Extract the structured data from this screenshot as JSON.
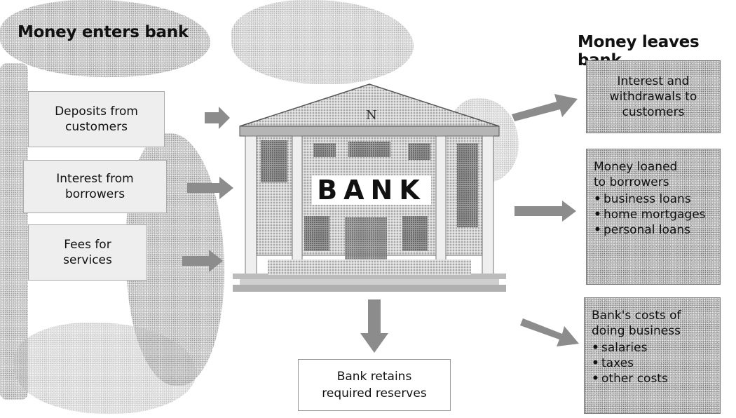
{
  "headings": {
    "enters": "Money enters bank",
    "leaves": "Money leaves bank"
  },
  "inflows": [
    {
      "label": "Deposits from customers"
    },
    {
      "label": "Interest from borrowers"
    },
    {
      "label": "Fees for services"
    }
  ],
  "center": {
    "bank_label": "BANK",
    "pediment_label": "N"
  },
  "retained": {
    "label": "Bank retains required reserves"
  },
  "outflows": {
    "interest": {
      "label": "Interest and withdrawals to customers"
    },
    "loans": {
      "label": "Money loaned to borrowers",
      "items": [
        "business loans",
        "home mortgages",
        "personal loans"
      ]
    },
    "costs": {
      "label": "Bank's costs of doing business",
      "items": [
        "salaries",
        "taxes",
        "other costs"
      ]
    }
  },
  "colors": {
    "arrow": "#8c8c8c",
    "texture": "#c9c9c9"
  }
}
